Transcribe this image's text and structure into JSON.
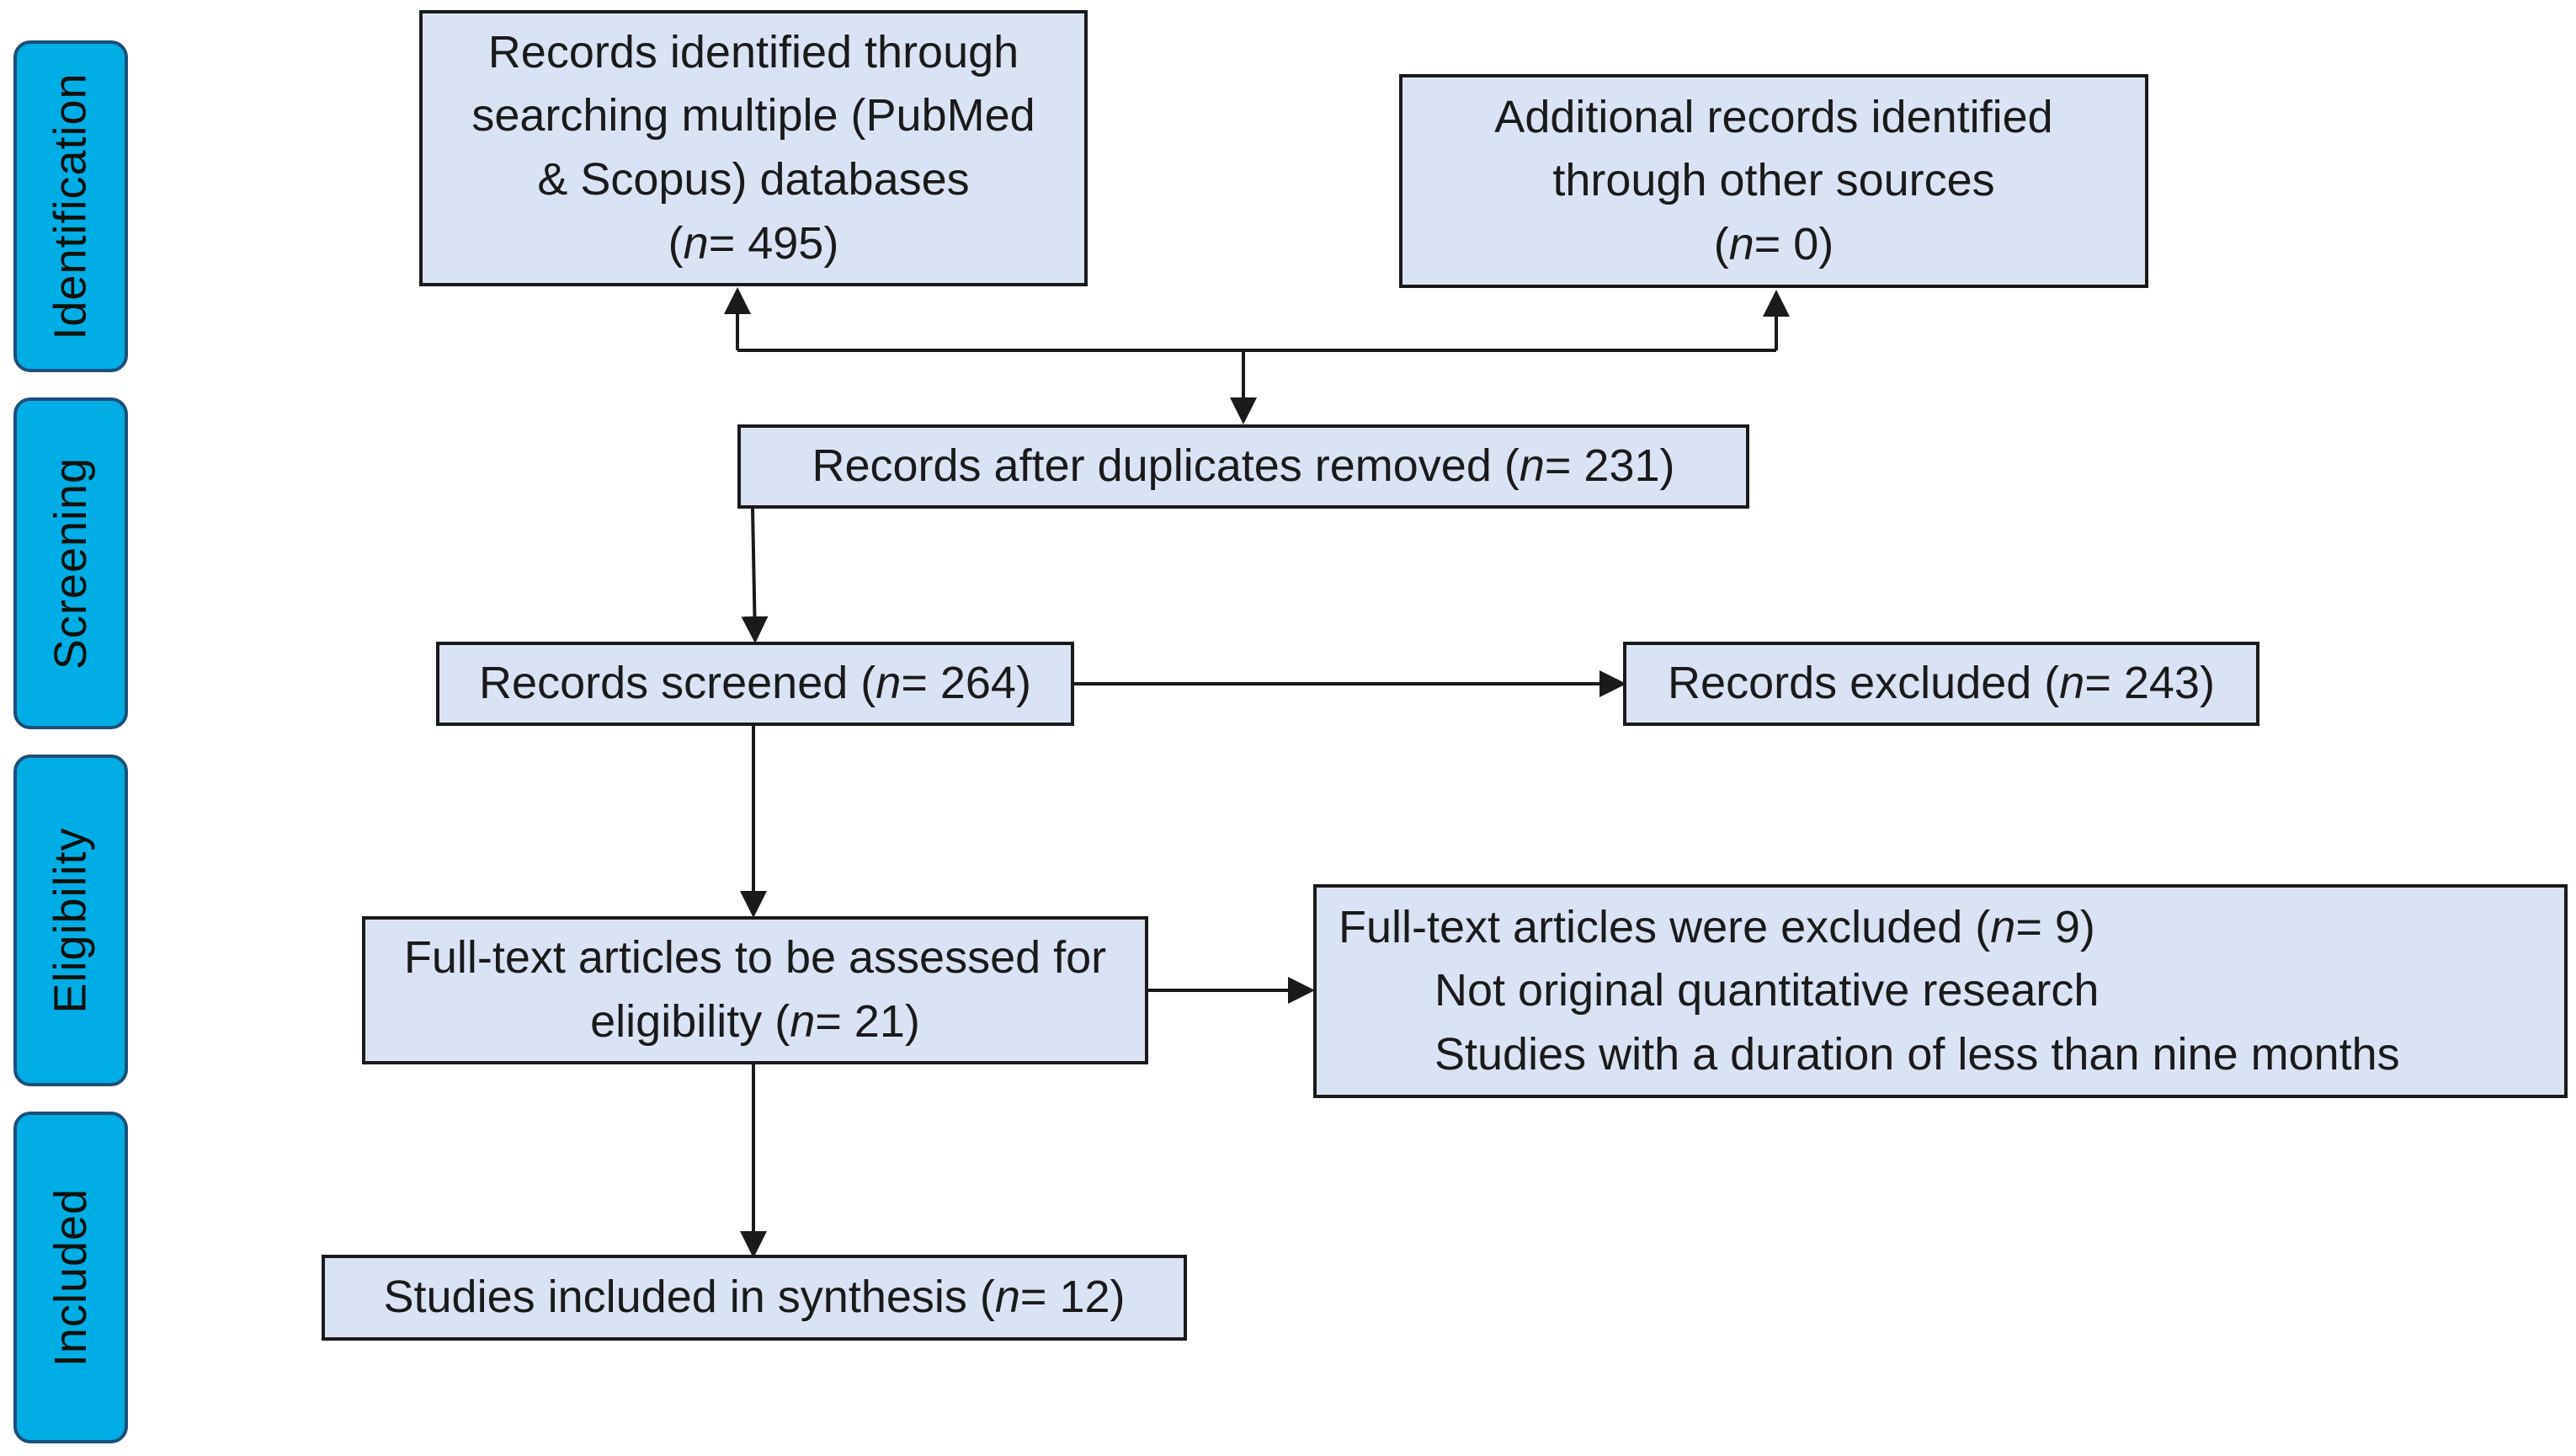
{
  "phases": {
    "identification": "Identification",
    "screening": "Screening",
    "eligibility": "Eligibility",
    "included": "Included"
  },
  "boxes": {
    "db_search": {
      "lines": [
        "Records identified through",
        "searching multiple (PubMed",
        "& Scopus) databases"
      ],
      "n_prefix": "(",
      "n_symbol": "n",
      "n_value": "= 495)"
    },
    "other_sources": {
      "lines": [
        "Additional records identified",
        "through other sources"
      ],
      "n_prefix": "(",
      "n_symbol": "n",
      "n_value": "= 0)"
    },
    "duplicates_removed": {
      "text": "Records after duplicates removed (",
      "n_symbol": "n",
      "n_value": "= 231)"
    },
    "screened": {
      "text": "Records screened (",
      "n_symbol": "n",
      "n_value": "= 264)"
    },
    "excluded": {
      "text": "Records excluded (",
      "n_symbol": "n",
      "n_value": "= 243)"
    },
    "full_text_assessed": {
      "line1": "Full-text articles to be assessed for",
      "line2_text": "eligibility (",
      "n_symbol": "n",
      "n_value": "= 21)"
    },
    "full_text_excluded": {
      "heading_text": "Full-text articles were excluded (",
      "n_symbol": "n",
      "n_value": "= 9)",
      "reasons": [
        "Not original quantitative research",
        "Studies with a duration of less than nine months"
      ]
    },
    "included_synthesis": {
      "text": "Studies included in synthesis (",
      "n_symbol": "n",
      "n_value": "= 12)"
    }
  },
  "colors": {
    "phase_fill": "#00aee6",
    "phase_border": "#1f4e79",
    "box_fill": "#dae3f3",
    "box_border": "#1a1a1a"
  }
}
